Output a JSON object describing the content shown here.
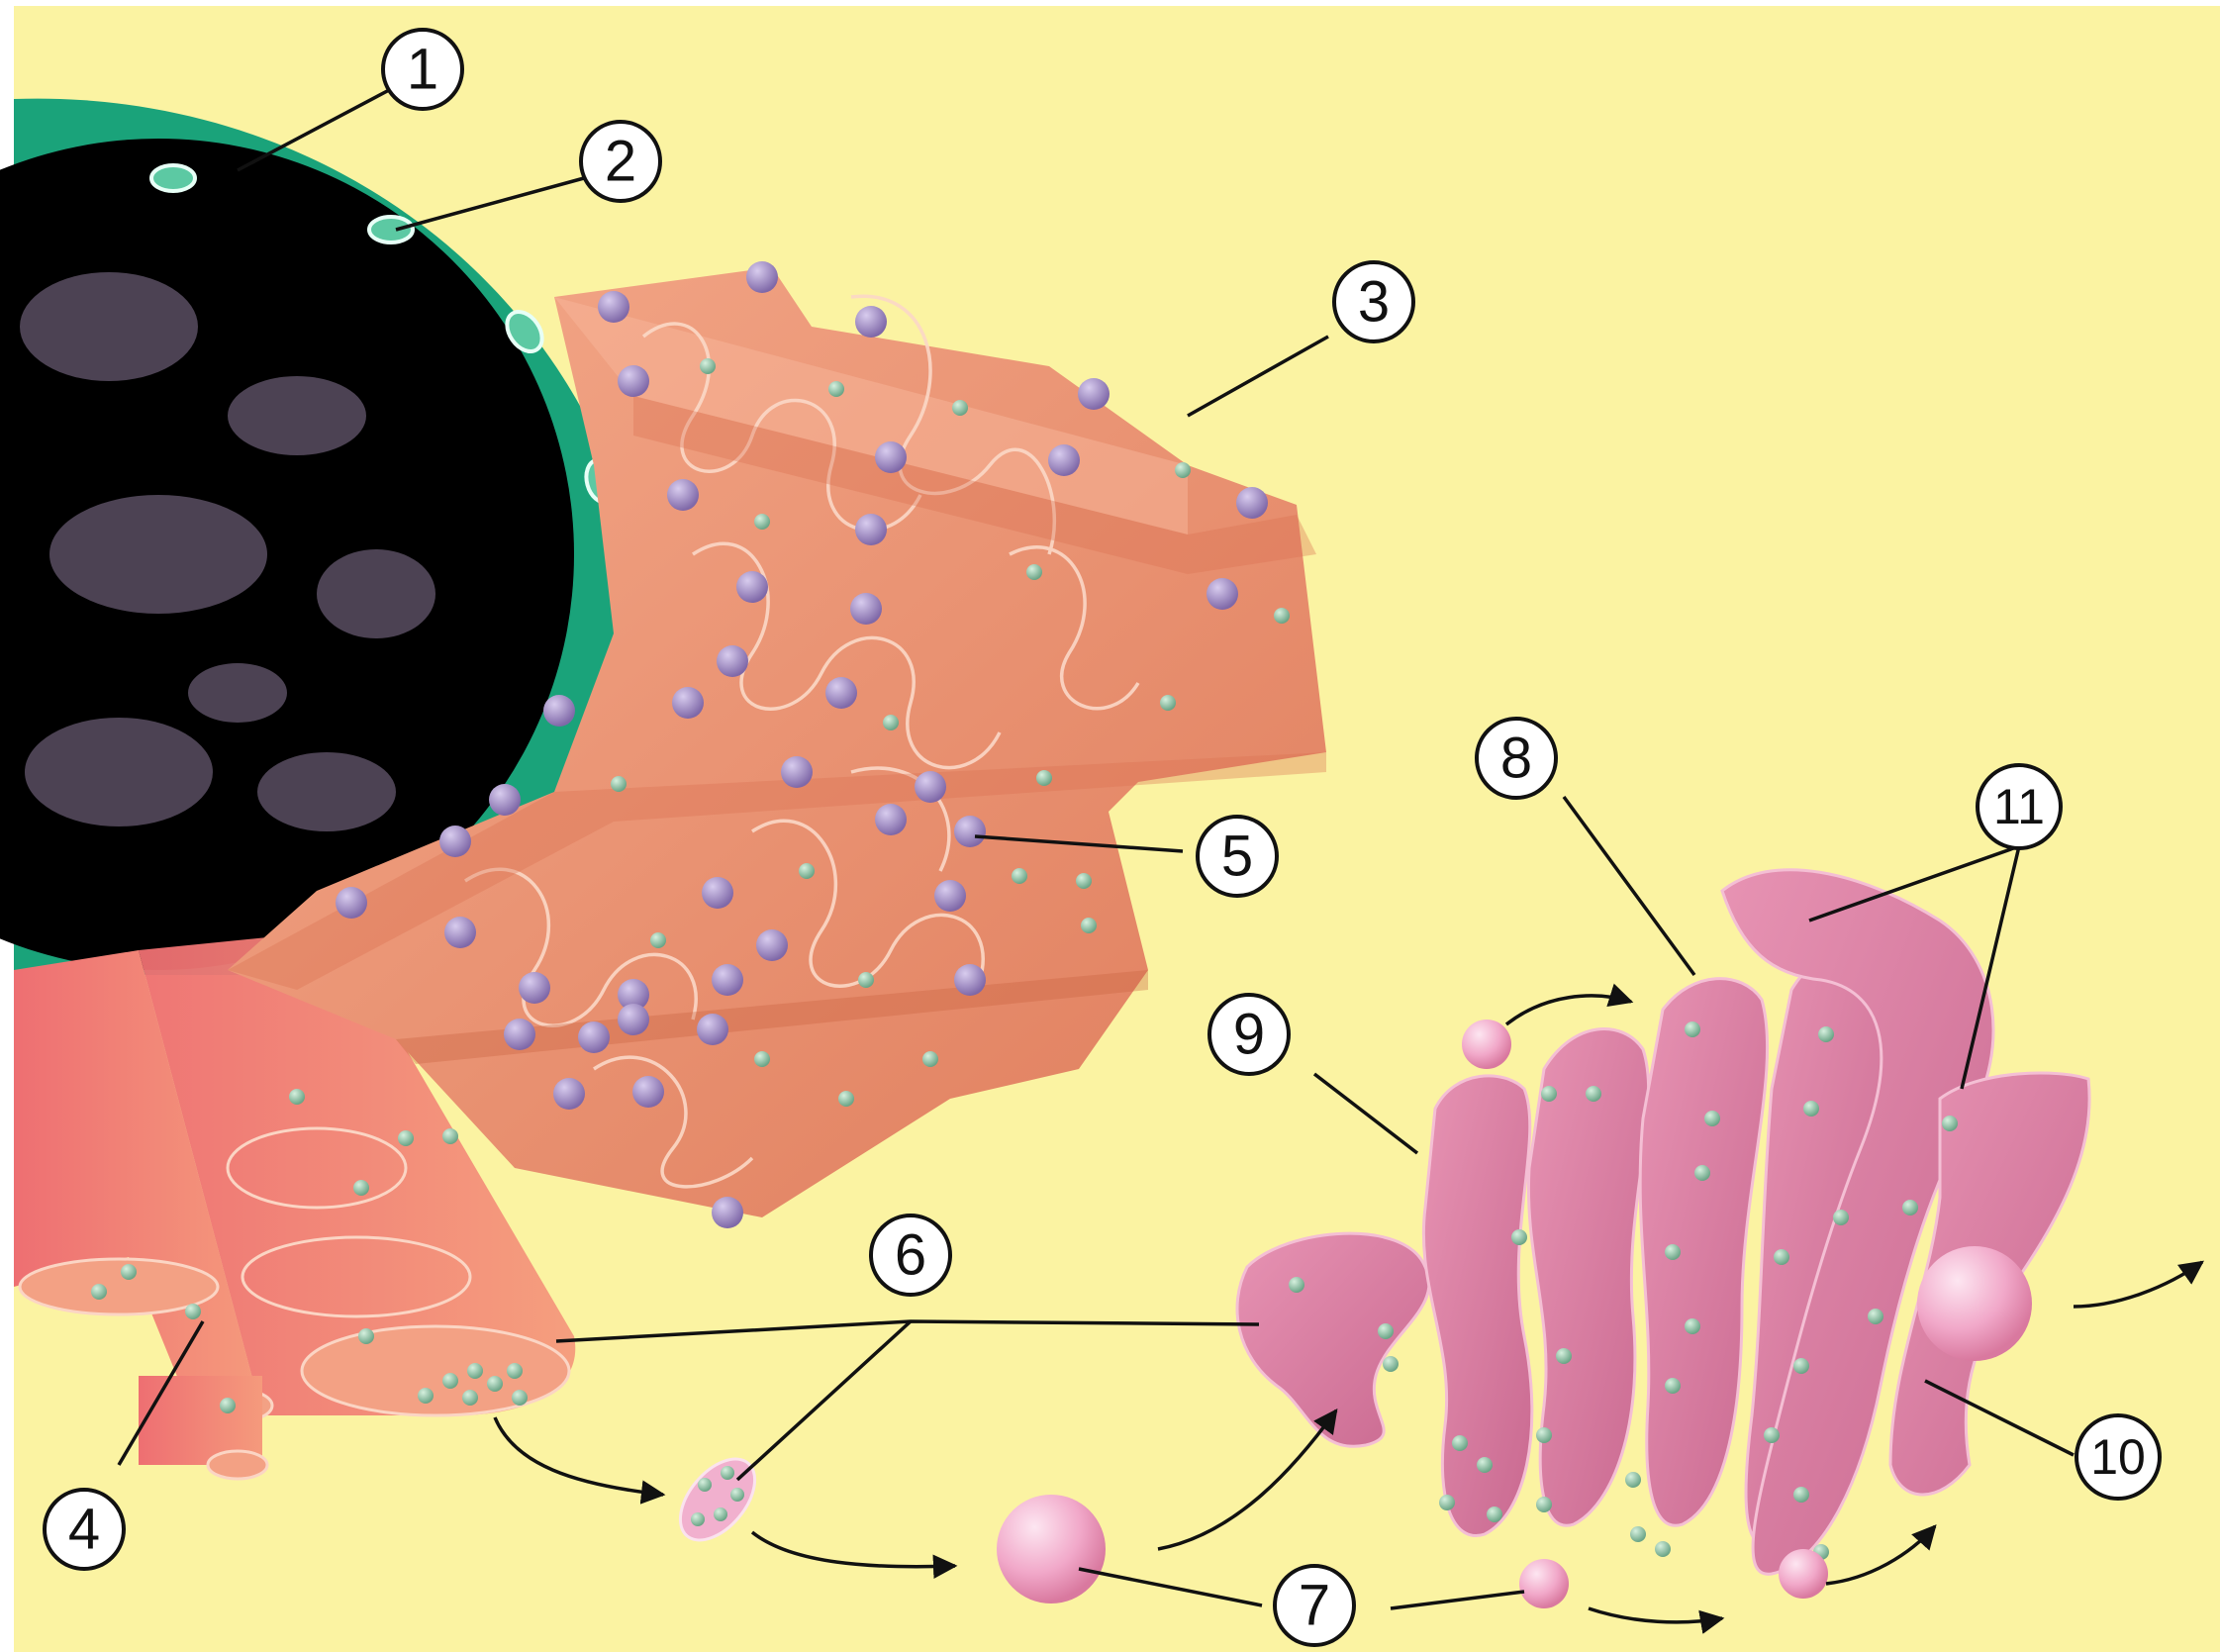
{
  "diagram": {
    "colors": {
      "background": "#fbf3a2",
      "nuclear_envelope": "#1aa37a",
      "nucleoplasm": "#cdbfd7",
      "rough_er": "#ef9674",
      "smooth_er": "#f58a7a",
      "golgi": "#dc7fa0",
      "vesicle": "#f2b6d2",
      "ribosome": "#9b86c0",
      "lumen_particle": "#86b99c"
    },
    "callouts": [
      {
        "number": "1"
      },
      {
        "number": "2"
      },
      {
        "number": "3"
      },
      {
        "number": "4"
      },
      {
        "number": "5"
      },
      {
        "number": "6"
      },
      {
        "number": "7"
      },
      {
        "number": "8"
      },
      {
        "number": "9"
      },
      {
        "number": "10"
      },
      {
        "number": "11"
      }
    ]
  }
}
